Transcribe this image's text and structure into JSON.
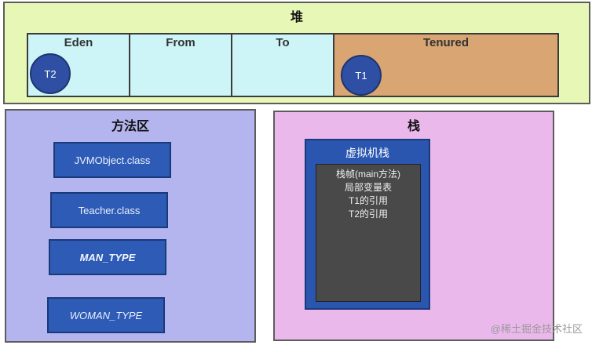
{
  "heap": {
    "title": "堆",
    "generations": {
      "eden": "Eden",
      "from": "From",
      "to": "To",
      "tenured": "Tenured"
    },
    "objects": {
      "t2": "T2",
      "t1": "T1"
    }
  },
  "method_area": {
    "title": "方法区",
    "classes": [
      "JVMObject.class",
      "Teacher.class",
      "MAN_TYPE",
      "WOMAN_TYPE"
    ]
  },
  "stack": {
    "title": "栈",
    "vm_stack": "虚拟机栈",
    "frame_lines": [
      "栈帧(main方法)",
      "局部变量表",
      "T1的引用",
      "T2的引用"
    ]
  },
  "watermark": "@稀土掘金技术社区"
}
